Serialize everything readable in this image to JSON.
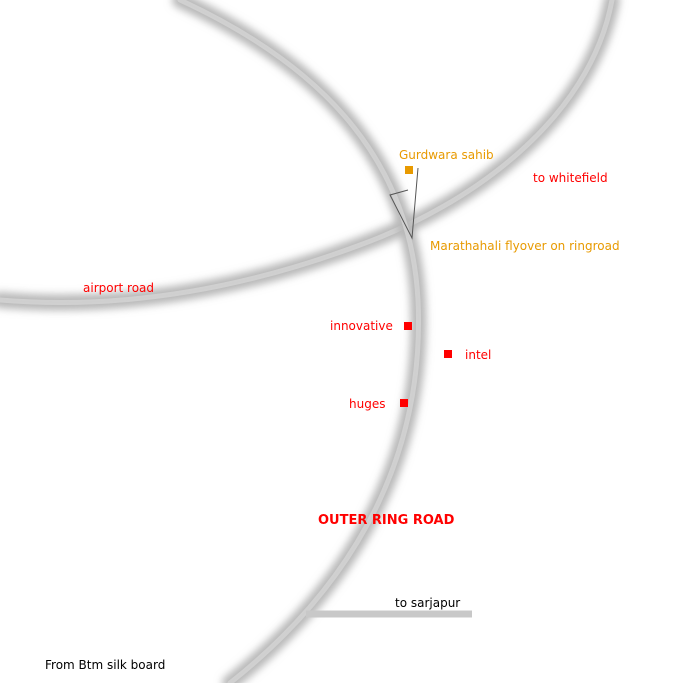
{
  "colors": {
    "red": "#ff0000",
    "orange": "#e89a00",
    "road": "#b5b5b5"
  },
  "labels": {
    "gurdwara": "Gurdwara sahib",
    "whitefield": "to whitefield",
    "marathahali": "Marathahali flyover on ringroad",
    "airport": "airport road",
    "innovative": "innovative",
    "intel": "intel",
    "huges": "huges",
    "ring_road": "OUTER RING ROAD",
    "sarjapur": "to sarjapur",
    "btm": "From Btm silk board"
  }
}
